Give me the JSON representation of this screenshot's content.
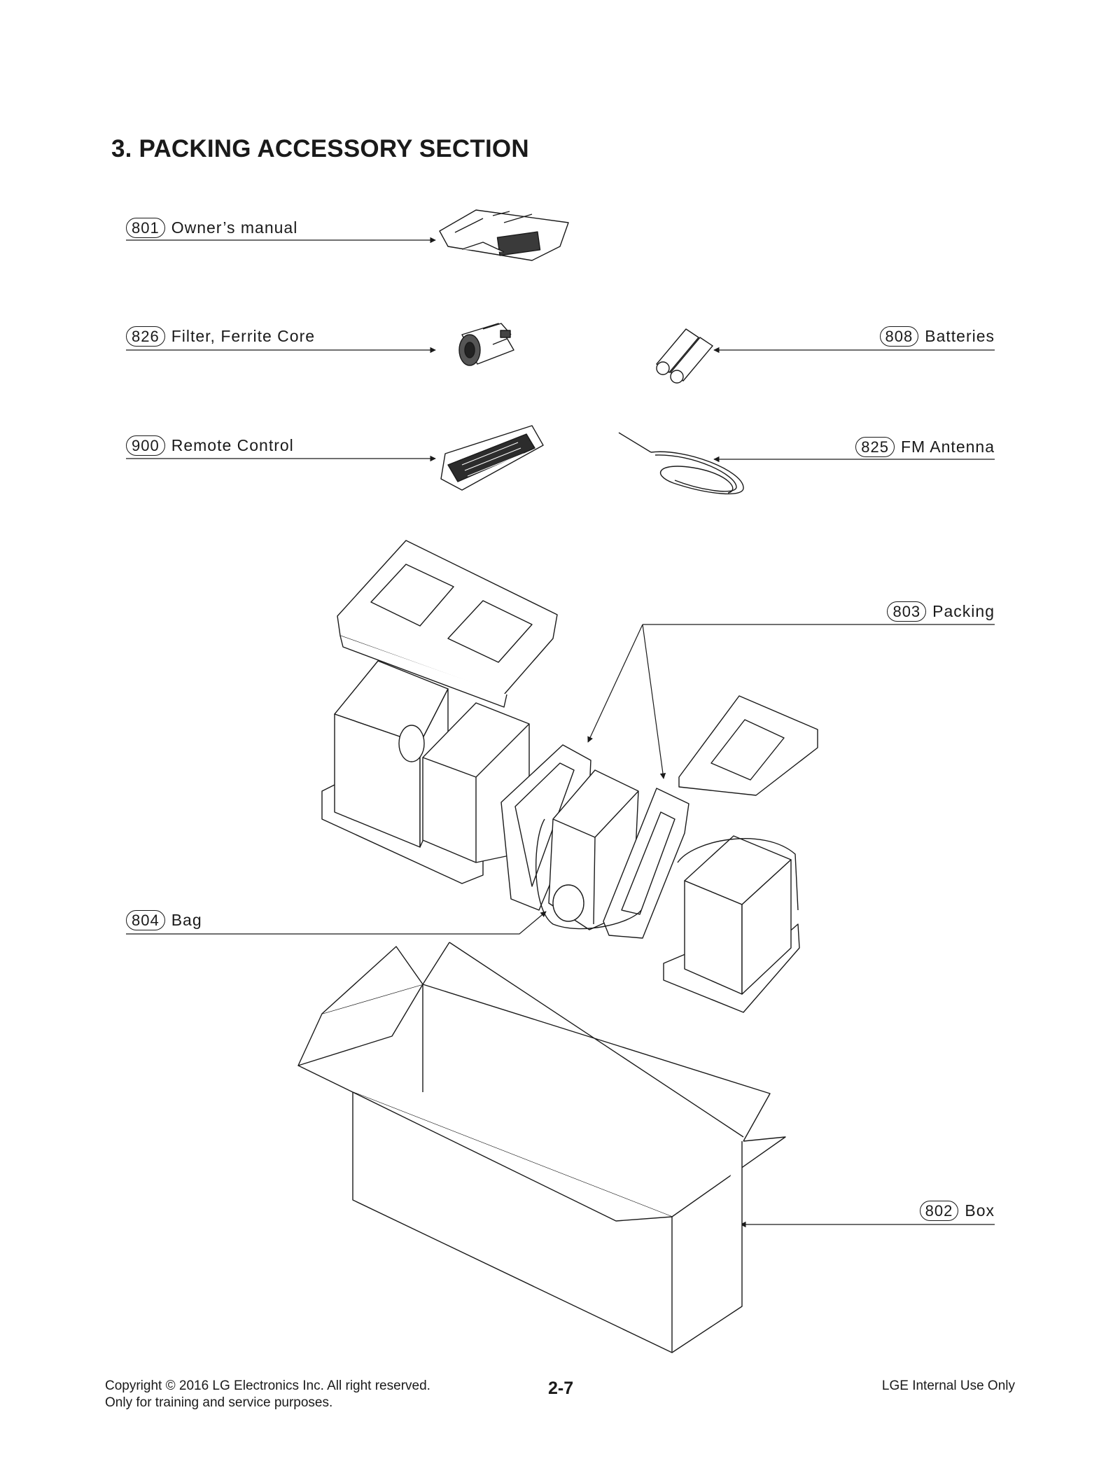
{
  "section_title": "3. PACKING ACCESSORY SECTION",
  "callouts": [
    {
      "number": "801",
      "label": "Owner’s manual"
    },
    {
      "number": "826",
      "label": "Filter, Ferrite Core"
    },
    {
      "number": "900",
      "label": "Remote Control"
    },
    {
      "number": "808",
      "label": "Batteries"
    },
    {
      "number": "825",
      "label": "FM Antenna"
    },
    {
      "number": "803",
      "label": "Packing"
    },
    {
      "number": "804",
      "label": "Bag"
    },
    {
      "number": "802",
      "label": "Box"
    }
  ],
  "footer": {
    "copyright": "Copyright © 2016 LG Electronics Inc. All right reserved.",
    "note": "Only for training and service purposes.",
    "page": "2-7",
    "internal": "LGE Internal Use Only"
  }
}
